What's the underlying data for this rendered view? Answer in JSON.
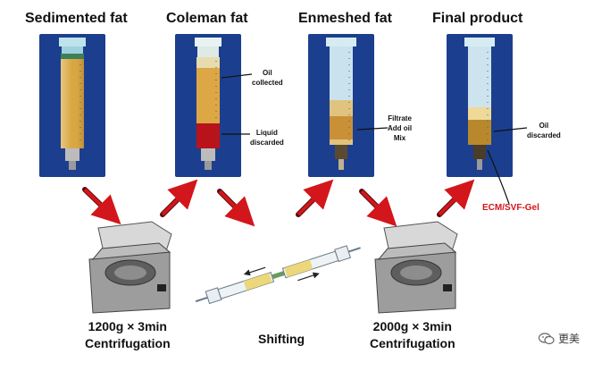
{
  "panels": [
    {
      "title": "Sedimented fat"
    },
    {
      "title": "Coleman fat"
    },
    {
      "title": "Enmeshed fat"
    },
    {
      "title": "Final product"
    }
  ],
  "annotations": {
    "oil_collected": "Oil\ncollected",
    "liquid_discarded": "Liquid\ndiscarded",
    "filtrate": "Filtrate\nAdd oil\nMix",
    "oil_discarded": "Oil\ndiscarded",
    "product_label": "ECM/SVF-Gel"
  },
  "steps": {
    "centrifugation_1": {
      "line1": "1200g × 3min",
      "line2": "Centrifugation"
    },
    "shifting": "Shifting",
    "centrifugation_2": {
      "line1": "2000g × 3min",
      "line2": "Centrifugation"
    }
  },
  "watermark": {
    "text": "更美",
    "icon": "chat-bubble-icon"
  },
  "colors": {
    "arrow_red": "#d3161b",
    "fat_yellow": "#e3b14c",
    "blood_red": "#b8121a",
    "label_red": "#d3161b"
  }
}
